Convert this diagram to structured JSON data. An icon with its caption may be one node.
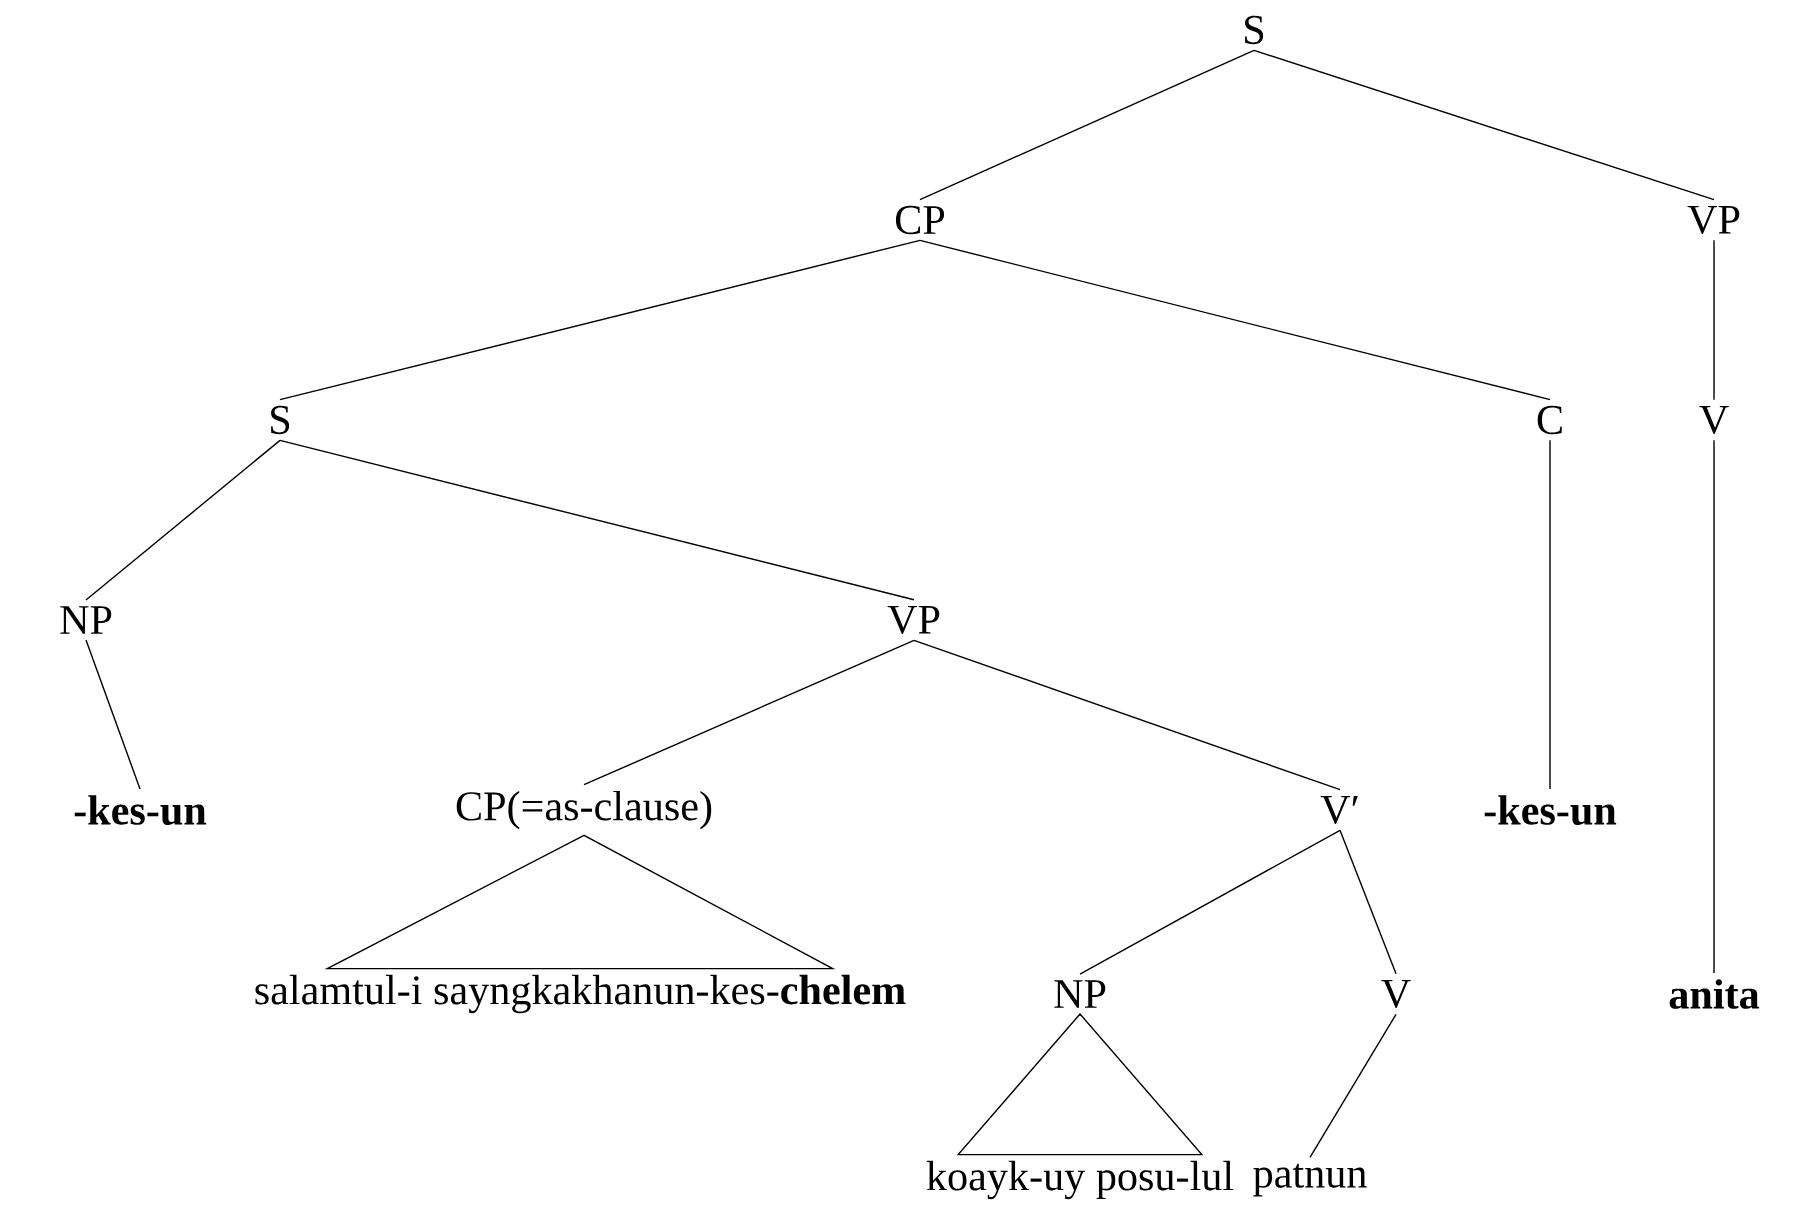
{
  "diagram": {
    "nodes": [
      {
        "text": [
          "S"
        ]
      },
      {
        "text": [
          "CP"
        ]
      },
      {
        "text": [
          "VP"
        ]
      },
      {
        "text": [
          "S"
        ]
      },
      {
        "text": [
          "C"
        ]
      },
      {
        "text": [
          "V"
        ]
      },
      {
        "text": [
          "NP"
        ]
      },
      {
        "text": [
          "VP"
        ]
      },
      {
        "text": [
          "-kes-un"
        ]
      },
      {
        "text": [
          "CP(=as-clause)"
        ]
      },
      {
        "text": [
          "V′"
        ]
      },
      {
        "text": [
          "-kes-un"
        ]
      },
      {
        "text": [
          "salamtul-i sayngkakhanun-kes-**chelem**"
        ]
      },
      {
        "text": [
          "NP"
        ]
      },
      {
        "text": [
          "V"
        ]
      },
      {
        "text": [
          "anita"
        ]
      },
      {
        "text": [
          "koayk-uy posu-lul"
        ]
      },
      {
        "text": [
          "patnun"
        ]
      }
    ],
    "edges": [
      {
        "from": 0,
        "to": 1,
        "arrow": "none"
      },
      {
        "from": 0,
        "to": 2,
        "arrow": "none"
      },
      {
        "from": 1,
        "to": 3,
        "arrow": "none"
      },
      {
        "from": 1,
        "to": 4,
        "arrow": "none"
      },
      {
        "from": 2,
        "to": 5,
        "arrow": "none"
      },
      {
        "from": 3,
        "to": 6,
        "arrow": "none"
      },
      {
        "from": 3,
        "to": 7,
        "arrow": "none"
      },
      {
        "from": 6,
        "to": 8,
        "arrow": "none"
      },
      {
        "from": 7,
        "to": 9,
        "arrow": "none"
      },
      {
        "from": 7,
        "to": 10,
        "arrow": "none"
      },
      {
        "from": 4,
        "to": 11,
        "arrow": "none"
      },
      {
        "from": 9,
        "to": 12,
        "arrow": "none"
      },
      {
        "from": 10,
        "to": 13,
        "arrow": "none"
      },
      {
        "from": 10,
        "to": 14,
        "arrow": "none"
      },
      {
        "from": 5,
        "to": 15,
        "arrow": "none"
      },
      {
        "from": 13,
        "to": 16,
        "arrow": "none"
      },
      {
        "from": 14,
        "to": 17,
        "arrow": "none"
      }
    ]
  }
}
